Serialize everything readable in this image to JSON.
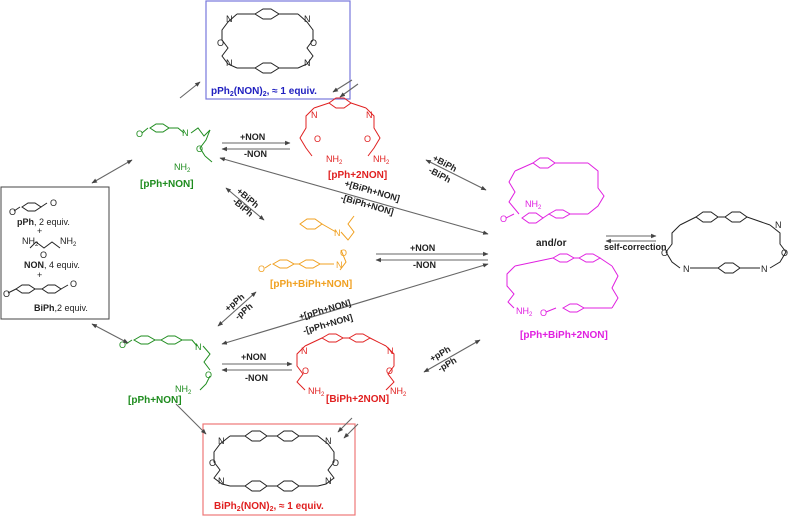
{
  "colors": {
    "black": "#222222",
    "green": "#1e8c1e",
    "red": "#e02020",
    "magenta": "#e020e0",
    "orange": "#f0a020",
    "blue": "#2020c0",
    "box_blue": "#7777dd",
    "box_red": "#ee7777",
    "arrow_gray": "#888888"
  },
  "products": {
    "top": {
      "name": "pPh",
      "sub": "2",
      "rest": "(NON)",
      "sub2": "2",
      "tail": ", ≈ 1 equiv."
    },
    "bottom": {
      "name": "BiPh",
      "sub": "2",
      "rest": "(NON)",
      "sub2": "2",
      "tail": ", ≈ 1 equiv."
    }
  },
  "reagents": {
    "pph": {
      "bold": "pPh",
      "rest": ", 2 equiv."
    },
    "plus1": "+",
    "non": {
      "bold": "NON",
      "rest": ", 4 equiv."
    },
    "plus2": "+",
    "biph": {
      "bold": "BiPh",
      "rest": ",2 equiv."
    }
  },
  "compounds": {
    "pph_non": "[pPh+NON]",
    "biph_non": "[pPh+NON]",
    "pph_2non": "[pPh+2NON]",
    "biph_2non": "[BiPh+2NON]",
    "mixed": "[pPh+BiPh+NON]",
    "mixed_2non": "[pPh+BiPh+2NON]"
  },
  "arrow_labels": {
    "plus_non": "+NON",
    "minus_non": "-NON",
    "plus_biph": "+BiPh",
    "minus_biph": "-BiPh",
    "plus_pph": "+pPh",
    "minus_pph": "-pPh",
    "plus_biph_non": "+[BiPh+NON]",
    "minus_biph_non": "-[BiPh+NON]",
    "plus_pph_non": "+[pPh+NON]",
    "minus_pph_non": "-[pPh+NON]"
  },
  "andor": "and/or",
  "self_correction": "self-correction",
  "atoms": {
    "N": "N",
    "O": "O",
    "NH2": "NH",
    "two": "2"
  }
}
